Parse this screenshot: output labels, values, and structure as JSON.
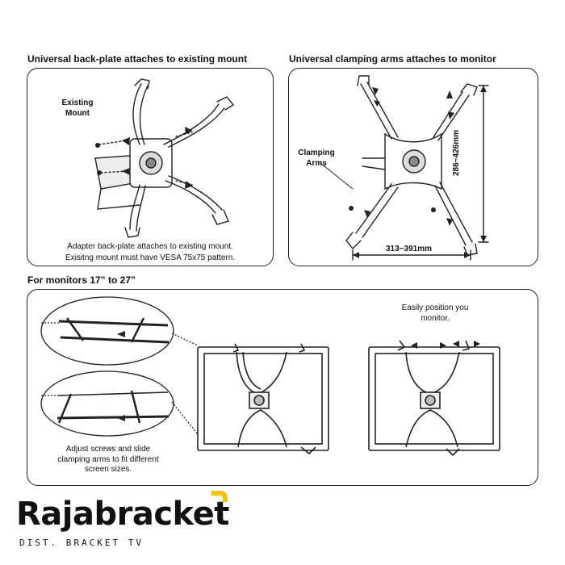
{
  "top_left": {
    "heading": "Universal back-plate attaches to existing mount",
    "existing_mount_label": "Existing\nMount",
    "caption_line1": "Adapter back-plate attaches to existing mount.",
    "caption_line2": "Exisitng mount must have VESA 75x75 pattern."
  },
  "top_right": {
    "heading": "Universal clamping arms attaches to monitor",
    "clamping_arms_label": "Clamping\nArms",
    "height_range": "286~426mm",
    "width_range": "313~391mm"
  },
  "bottom": {
    "heading": "For monitors 17” to 27”",
    "adjust_caption": "Adjust screws and slide\nclamping arms to fit different\nscreen sizes.",
    "position_caption": "Easily position you\nmonitor."
  },
  "brand": {
    "name": "Rajabracket",
    "tagline": "DIST. BRACKET TV",
    "accent_color": "#f2c500"
  }
}
